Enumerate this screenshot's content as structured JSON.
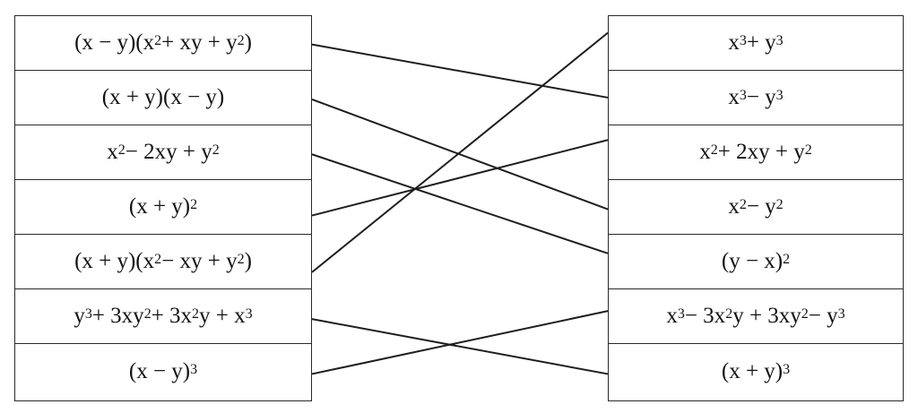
{
  "left": [
    {
      "id": "L1",
      "segments": [
        [
          "(x − y)(x",
          ""
        ],
        [
          "2",
          "sup"
        ],
        [
          " + xy + y",
          ""
        ],
        [
          "2",
          "sup"
        ],
        [
          ")",
          ""
        ]
      ]
    },
    {
      "id": "L2",
      "segments": [
        [
          "(x + y)(x − y)",
          ""
        ]
      ]
    },
    {
      "id": "L3",
      "segments": [
        [
          "x",
          ""
        ],
        [
          "2",
          "sup"
        ],
        [
          " − 2xy + y",
          ""
        ],
        [
          "2",
          "sup"
        ]
      ]
    },
    {
      "id": "L4",
      "segments": [
        [
          "(x + y)",
          ""
        ],
        [
          "2",
          "sup"
        ]
      ]
    },
    {
      "id": "L5",
      "segments": [
        [
          "(x + y)(x",
          ""
        ],
        [
          "2",
          "sup"
        ],
        [
          " − xy + y",
          ""
        ],
        [
          "2",
          "sup"
        ],
        [
          ")",
          ""
        ]
      ]
    },
    {
      "id": "L6",
      "segments": [
        [
          "y",
          ""
        ],
        [
          "3",
          "sup"
        ],
        [
          " + 3xy",
          ""
        ],
        [
          "2",
          "sup"
        ],
        [
          " + 3x",
          ""
        ],
        [
          "2",
          "sup"
        ],
        [
          "y + x",
          ""
        ],
        [
          "3",
          "sup"
        ]
      ]
    },
    {
      "id": "L7",
      "segments": [
        [
          "(x − y)",
          ""
        ],
        [
          "3",
          "sup"
        ]
      ]
    }
  ],
  "right": [
    {
      "id": "R1",
      "segments": [
        [
          "x",
          ""
        ],
        [
          "3",
          "sup"
        ],
        [
          " + y",
          ""
        ],
        [
          "3",
          "sup"
        ]
      ]
    },
    {
      "id": "R2",
      "segments": [
        [
          "x",
          ""
        ],
        [
          "3",
          "sup"
        ],
        [
          " − y",
          ""
        ],
        [
          "3",
          "sup"
        ]
      ]
    },
    {
      "id": "R3",
      "segments": [
        [
          "x",
          ""
        ],
        [
          "2",
          "sup"
        ],
        [
          " + 2xy + y",
          ""
        ],
        [
          "2",
          "sup"
        ]
      ]
    },
    {
      "id": "R4",
      "segments": [
        [
          "x",
          ""
        ],
        [
          "2",
          "sup"
        ],
        [
          " − y",
          ""
        ],
        [
          "2",
          "sup"
        ]
      ]
    },
    {
      "id": "R5",
      "segments": [
        [
          "(y − x)",
          ""
        ],
        [
          "2",
          "sup"
        ]
      ]
    },
    {
      "id": "R6",
      "segments": [
        [
          "x",
          ""
        ],
        [
          "3",
          "sup"
        ],
        [
          " − 3x",
          ""
        ],
        [
          "2",
          "sup"
        ],
        [
          "y + 3xy",
          ""
        ],
        [
          "2",
          "sup"
        ],
        [
          " − y",
          ""
        ],
        [
          "3",
          "sup"
        ]
      ]
    },
    {
      "id": "R7",
      "segments": [
        [
          "(x + y)",
          ""
        ],
        [
          "3",
          "sup"
        ]
      ]
    }
  ],
  "connections": [
    {
      "from": 1,
      "to": 2
    },
    {
      "from": 2,
      "to": 4
    },
    {
      "from": 3,
      "to": 5
    },
    {
      "from": 4,
      "to": 3
    },
    {
      "from": 5,
      "to": 1
    },
    {
      "from": 6,
      "to": 7
    },
    {
      "from": 7,
      "to": 6
    }
  ]
}
